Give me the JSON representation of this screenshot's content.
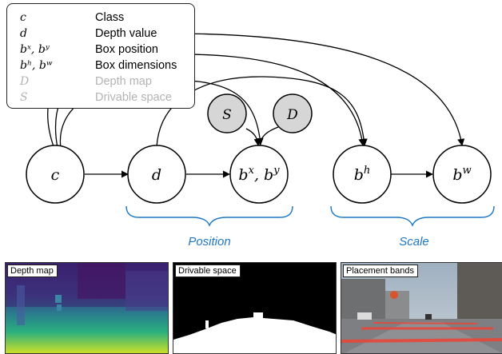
{
  "legend": [
    {
      "symbol": "c",
      "label": "Class",
      "dim": false
    },
    {
      "symbol": "d",
      "label": "Depth value",
      "dim": false
    },
    {
      "symbol": "bˣ, bʸ",
      "label": "Box position",
      "dim": false
    },
    {
      "symbol": "bʰ, bʷ",
      "label": "Box dimensions",
      "dim": false
    },
    {
      "symbol": "D",
      "label": "Depth map",
      "dim": true
    },
    {
      "symbol": "S",
      "label": "Drivable space",
      "dim": true
    }
  ],
  "nodes": {
    "c": {
      "base": "c",
      "sup": ""
    },
    "d": {
      "base": "d",
      "sup": ""
    },
    "bxy": {
      "base": "b",
      "sup": "x",
      "base2": "b",
      "sup2": "y",
      "sep": ", "
    },
    "bh": {
      "base": "b",
      "sup": "h"
    },
    "bw": {
      "base": "b",
      "sup": "w"
    },
    "S": {
      "base": "S"
    },
    "D": {
      "base": "D"
    }
  },
  "groups": {
    "position": "Position",
    "scale": "Scale"
  },
  "panels": {
    "depth_map": "Depth map",
    "drivable_space": "Drivable space",
    "placement_bands": "Placement bands"
  },
  "colors": {
    "node_fill": "#ffffff",
    "observed_fill": "#d6d6d6",
    "edge": "#000000",
    "brace": "#1f77c4",
    "group_label": "#1f77c4",
    "legend_dim": "#b3b3b3",
    "band": "#e8473a"
  }
}
